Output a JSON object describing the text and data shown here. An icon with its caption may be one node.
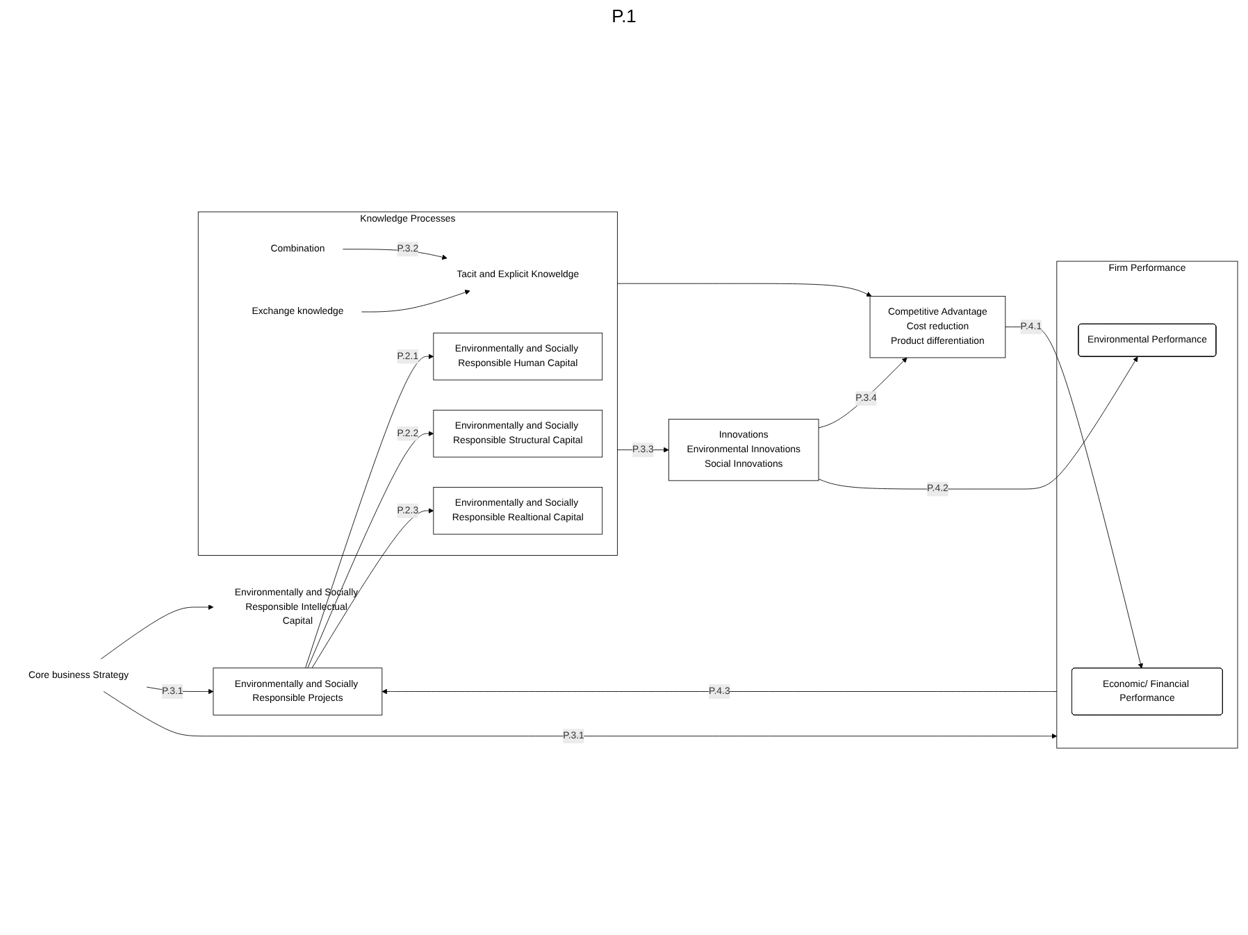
{
  "diagram": {
    "nodes": [
      {
        "text": [
          "Core business Strategy"
        ]
      },
      {
        "text": [
          "Environmentally and Socially Responsible Intellectual Capital"
        ]
      },
      {
        "text": [
          "Environmentally and Socially Responsible Projects"
        ]
      },
      {
        "text": [
          "Knowledge Processes"
        ]
      },
      {
        "text": [
          "Environmentally and Socially Responsible Human Capital"
        ],
        "in": 3
      },
      {
        "text": [
          "Combination"
        ],
        "in": 3
      },
      {
        "text": [
          "Tacit and Explicit Knoweldge"
        ],
        "in": 3
      },
      {
        "text": [
          "Environmentally and Socially Responsible Structural Capital"
        ],
        "in": 3
      },
      {
        "text": [
          "Exchange  knowledge"
        ],
        "in": 3
      },
      {
        "text": [
          "Environmentally and Socially Responsible Realtional Capital"
        ],
        "in": 3
      },
      {
        "text": [
          "Competitive Advantage",
          "Cost reduction",
          "Product differentiation"
        ]
      },
      {
        "text": [
          "Innovations",
          "Environmental Innovations",
          "Social Innovations"
        ]
      },
      {
        "text": [
          "Firm Performance"
        ]
      },
      {
        "text": [
          "Economic/ Financial Performance"
        ],
        "in": 12
      },
      {
        "text": [
          "Environmental Performance"
        ],
        "in": 12
      }
    ],
    "edges": [
      {
        "from": 0,
        "to": 1,
        "arrow": "to"
      },
      {
        "from": 0,
        "to": 2,
        "label": "P.3.1",
        "arrow": "to"
      },
      {
        "from": 0,
        "to": 12,
        "label": "P.3.1",
        "arrow": "to"
      },
      {
        "from": 2,
        "to": 4,
        "label": "P.2.1",
        "arrow": "to"
      },
      {
        "from": 2,
        "to": 7,
        "label": "P.2.2",
        "arrow": "to"
      },
      {
        "from": 2,
        "to": 9,
        "label": "P.2.3",
        "arrow": "to"
      },
      {
        "from": 5,
        "to": 6,
        "label": "P.3.2",
        "arrow": "to"
      },
      {
        "from": 8,
        "to": 6,
        "arrow": "to"
      },
      {
        "from": 3,
        "to": 10,
        "arrow": "to"
      },
      {
        "from": 3,
        "to": 11,
        "label": "P.3.3",
        "arrow": "to"
      },
      {
        "from": 11,
        "to": 10,
        "label": "P.3.4",
        "arrow": "to"
      },
      {
        "from": 10,
        "to": 13,
        "label": "P.4.1",
        "arrow": "to"
      },
      {
        "from": 11,
        "to": 14,
        "label": "P.4.2",
        "arrow": "to"
      },
      {
        "from": 12,
        "to": 2,
        "label": "P.4.3",
        "arrow": "to"
      }
    ],
    "labels": [
      "P.1"
    ]
  }
}
